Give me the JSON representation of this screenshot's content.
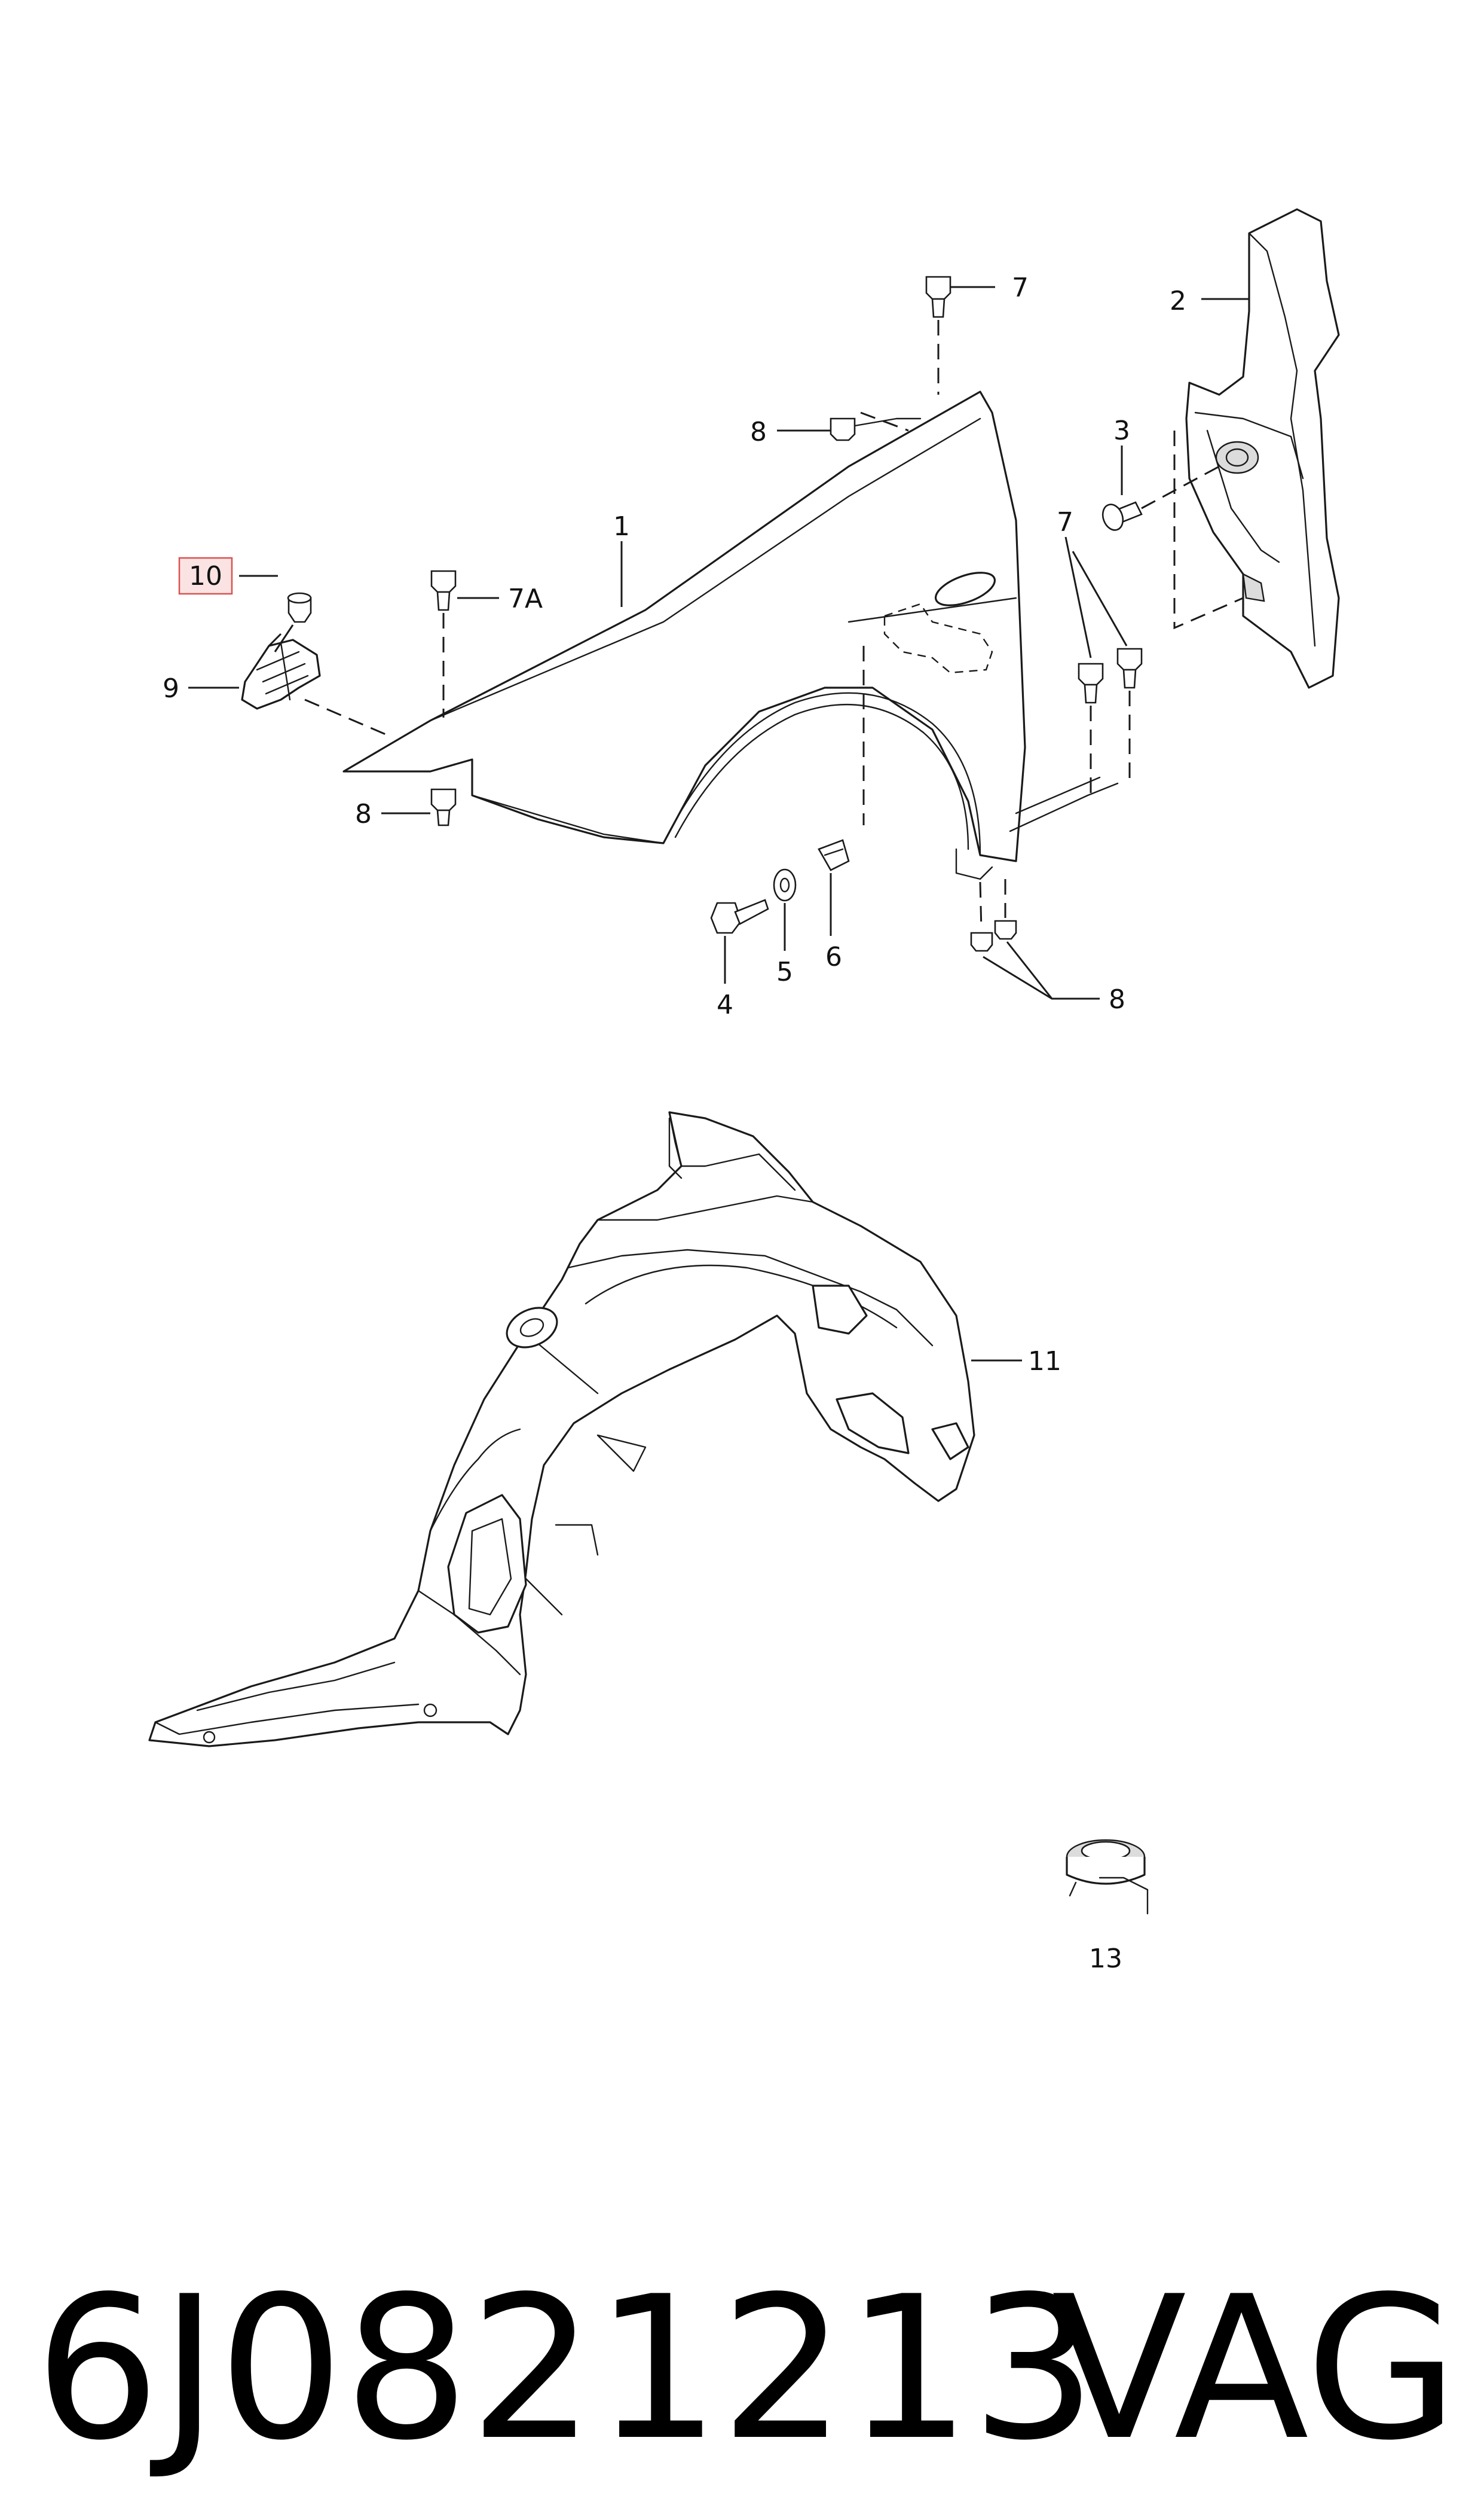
{
  "callouts": {
    "c1": "1",
    "c2": "2",
    "c3": "3",
    "c4": "4",
    "c5": "5",
    "c6": "6",
    "c7_top": "7",
    "c7_right": "7",
    "c7a": "7A",
    "c8_top": "8",
    "c8_left": "8",
    "c8_bottom": "8",
    "c9": "9",
    "c10": "10",
    "c11": "11",
    "c13": "13"
  },
  "footer": {
    "part_number": "6J0821213",
    "brand": "VAG"
  },
  "colors": {
    "line": "#1a1a1a",
    "highlight_border": "#d9534f",
    "highlight_fill": "#fbe3e3"
  }
}
